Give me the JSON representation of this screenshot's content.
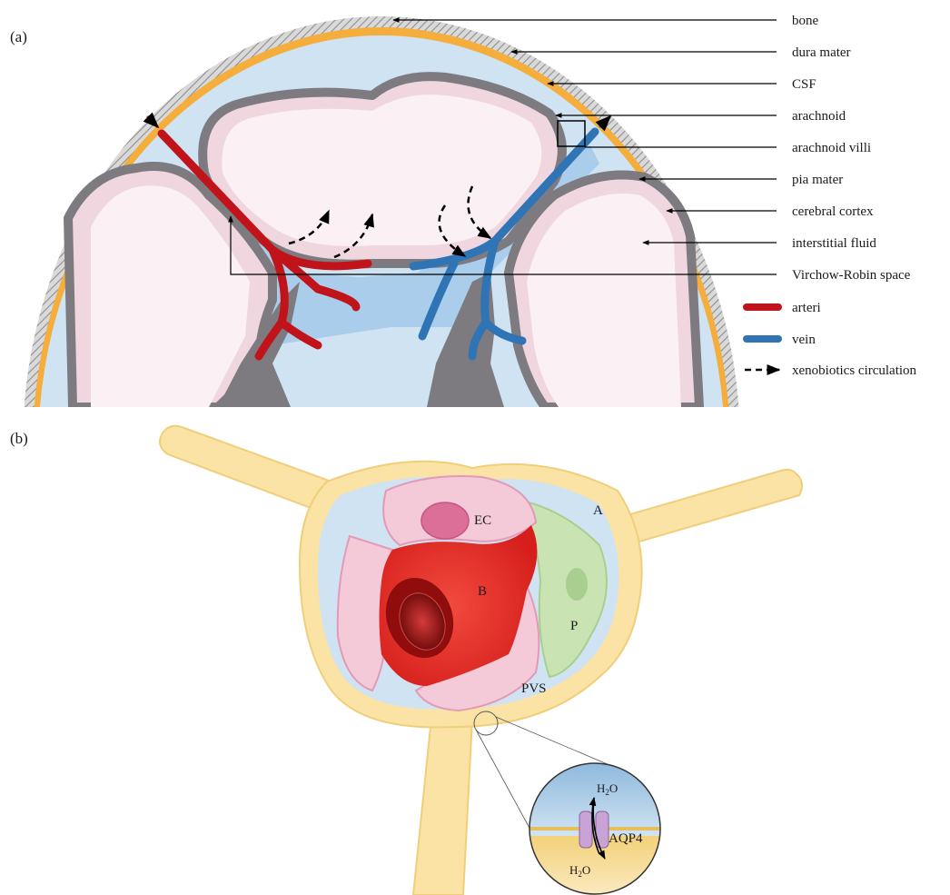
{
  "panel_a": {
    "tag": "(a)",
    "labels": {
      "bone": "bone",
      "dura": "dura mater",
      "csf": "CSF",
      "arachnoid": "arachnoid",
      "villi": "arachnoid villi",
      "pia": "pia mater",
      "cortex": "cerebral cortex",
      "interstitial": "interstitial fluid",
      "virchow": "Virchow-Robin space"
    },
    "legend": {
      "arteri": "arteri",
      "vein": "vein",
      "xeno": "xenobiotics circulation"
    }
  },
  "panel_b": {
    "tag": "(b)",
    "labels": {
      "ec": "EC",
      "b": "B",
      "a": "A",
      "p": "P",
      "pvs": "PVS",
      "aqp4": "AQP4"
    },
    "water": {
      "base": "H",
      "sub": "2",
      "tail": "O"
    }
  },
  "colors": {
    "artery": "#c0141a",
    "vein": "#2f74b5",
    "csf": "#cfe3f3",
    "dura": "#f5ad3c",
    "pia": "#7d7b80",
    "cortex": "#efd6df",
    "astrocyte": "#fbe3a6",
    "blood": "#e8302c",
    "pericyte": "#c9e3b2"
  }
}
